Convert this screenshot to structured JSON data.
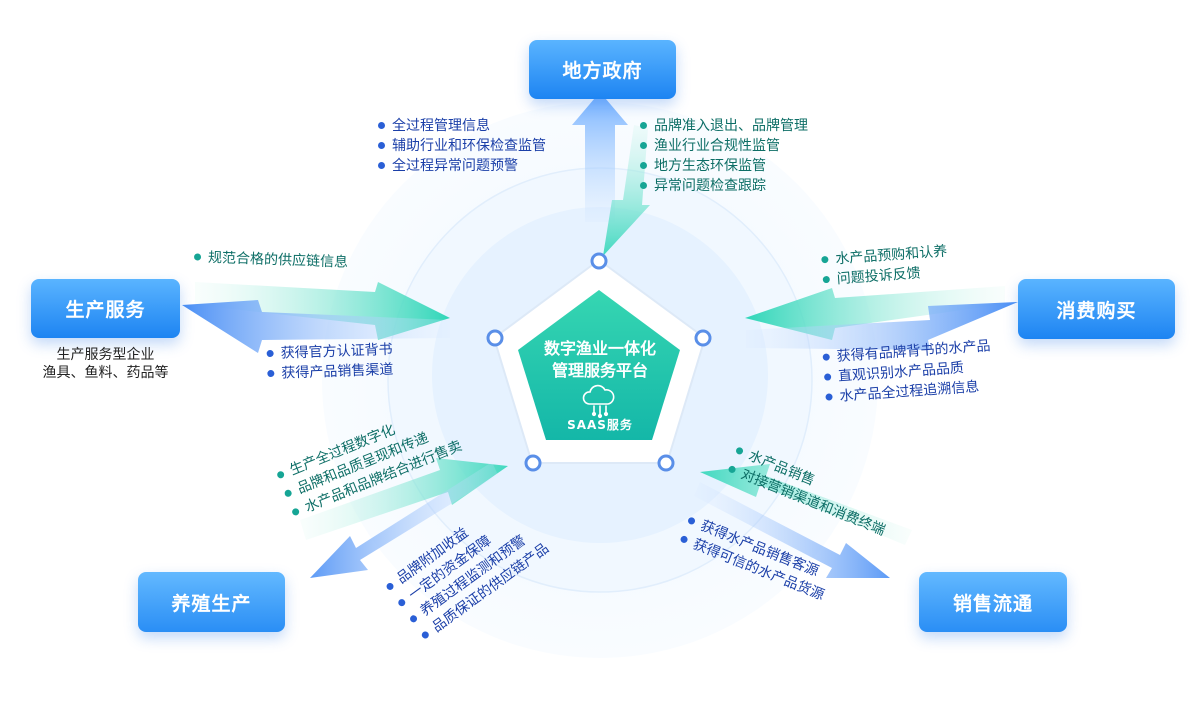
{
  "center": {
    "title_line1": "数字渔业一体化",
    "title_line2": "管理服务平台",
    "saas_label": "SAAS服务"
  },
  "nodes": {
    "government": "地方政府",
    "production_service": "生产服务",
    "consumer": "消费购买",
    "aquaculture": "养殖生产",
    "sales": "销售流通"
  },
  "production_service_sub": {
    "line1": "生产服务型企业",
    "line2": "渔具、鱼料、药品等"
  },
  "lists": {
    "gov_left": [
      "全过程管理信息",
      "辅助行业和环保检查监管",
      "全过程异常问题预警"
    ],
    "gov_right": [
      "品牌准入退出、品牌管理",
      "渔业行业合规性监管",
      "地方生态环保监管",
      "异常问题检查跟踪"
    ],
    "prod_top": [
      "规范合格的供应链信息"
    ],
    "prod_bottom": [
      "获得官方认证背书",
      "获得产品销售渠道"
    ],
    "consumer_top": [
      "水产品预购和认养",
      "问题投诉反馈"
    ],
    "consumer_bottom": [
      "获得有品牌背书的水产品",
      "直观识别水产品品质",
      "水产品全过程追溯信息"
    ],
    "aqua_top": [
      "生产全过程数字化",
      "品牌和品质呈现和传递",
      "水产品和品牌结合进行售卖"
    ],
    "aqua_bottom": [
      "品牌附加收益",
      "一定的资金保障",
      "养殖过程监测和预警",
      "品质保证的供应链产品"
    ],
    "sales_top": [
      "水产品销售",
      "对接营销渠道和消费终端"
    ],
    "sales_bottom": [
      "获得水产品销售客源",
      "获得可信的水产品货源"
    ]
  },
  "colors": {
    "node_blue": "#1d84f2",
    "platform_teal": "#22c7a6",
    "list_blue": "#1b3fa8",
    "list_teal": "#0d6e66"
  }
}
